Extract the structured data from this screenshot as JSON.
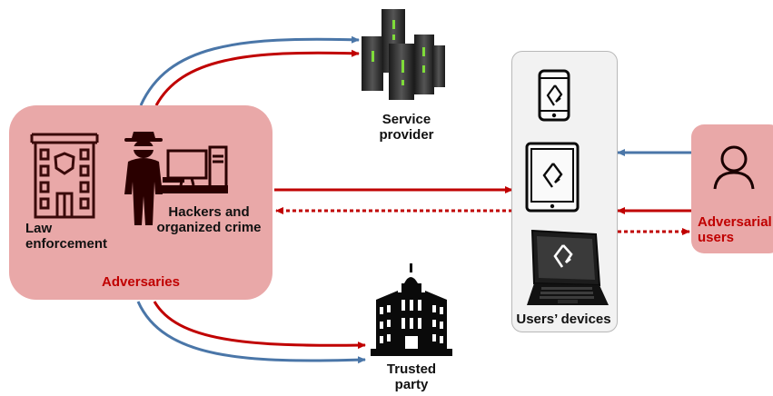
{
  "adversaries": {
    "group_label": "Adversaries",
    "law_enforcement_label": "Law\nenforcement",
    "hackers_label": "Hackers and\norganized crime"
  },
  "service_provider": {
    "label": "Service\nprovider"
  },
  "trusted_party": {
    "label": "Trusted\nparty"
  },
  "devices": {
    "label": "Users’ devices"
  },
  "adversarial_users": {
    "label": "Adversarial\nusers"
  },
  "colors": {
    "arrow_blue": "#4a76a8",
    "arrow_red": "#c00000",
    "box_pink": "#e9a8a8",
    "device_panel": "#f2f2f2"
  },
  "icons": [
    "police-building-icon",
    "hacker-icon",
    "computer-icon",
    "server-rack-icon",
    "trusted-building-icon",
    "smartphone-icon",
    "tablet-icon",
    "laptop-icon",
    "user-icon"
  ]
}
